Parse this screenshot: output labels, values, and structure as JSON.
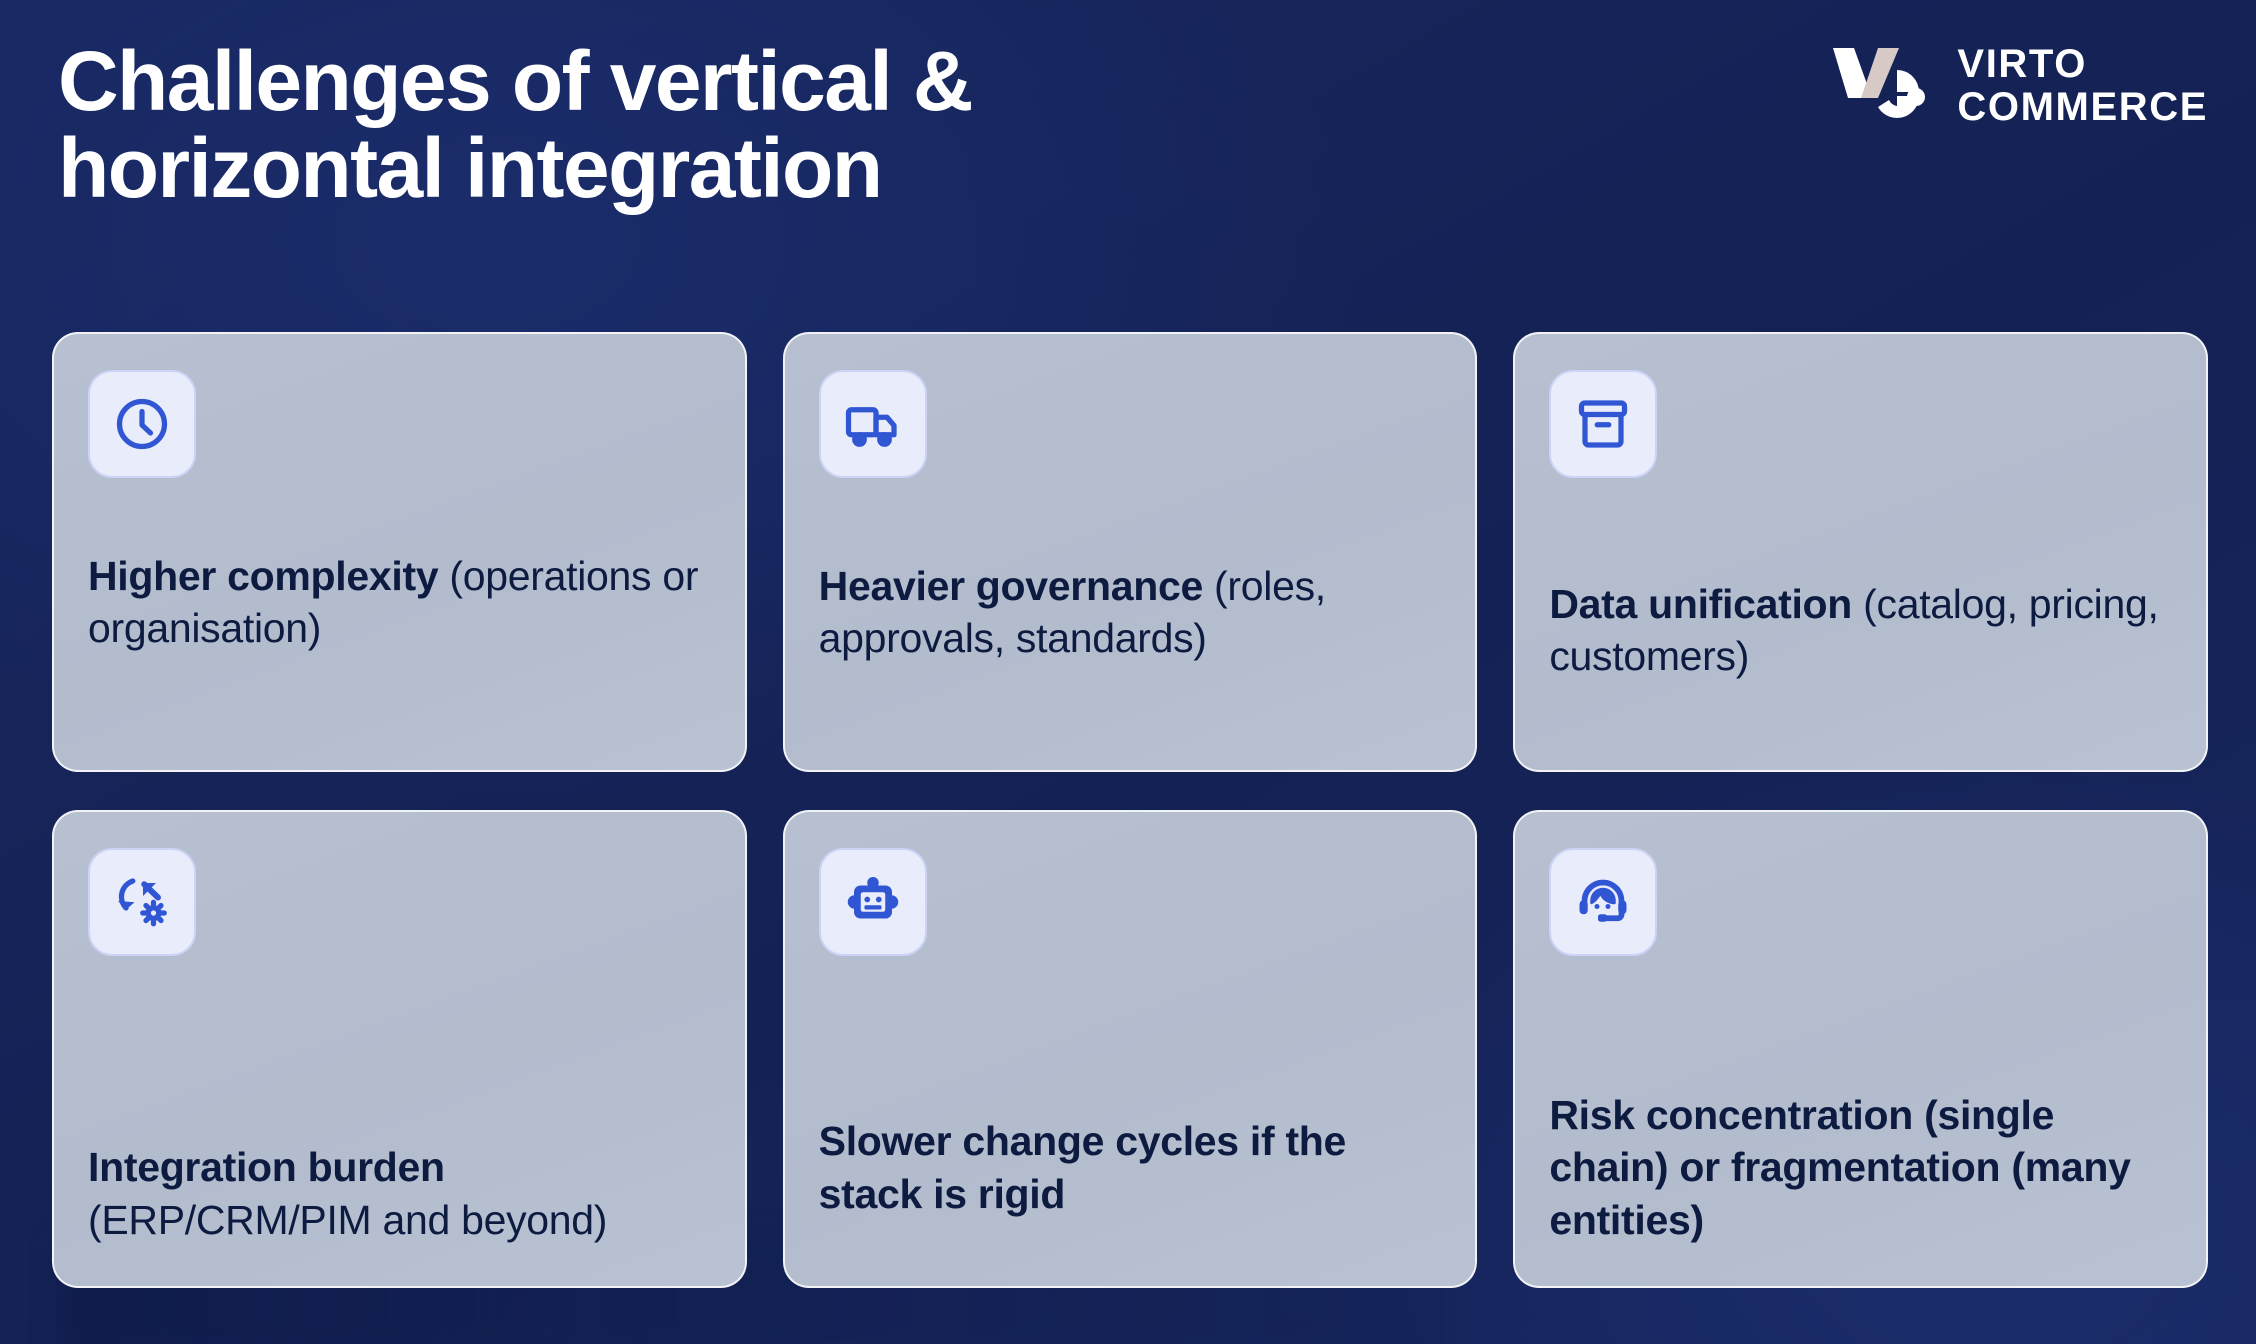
{
  "slide": {
    "title": "Challenges of vertical &\nhorizontal integration",
    "background_color": "#16265e",
    "title_color": "#ffffff"
  },
  "logo": {
    "name": "virto-commerce-logo",
    "text": "VIRTO\nCOMMERCE",
    "mark_white": "#ffffff",
    "mark_beige": "#d6c9c6"
  },
  "theme": {
    "card_bg": "#b4bdcf",
    "card_border": "#ffffff",
    "icon_tile_bg": "#e9ecfb",
    "icon_color": "#3056d3",
    "text_color": "#0d1b40"
  },
  "cards": [
    {
      "id": "higher-complexity",
      "icon": "clock-icon",
      "bold": "Higher complexity",
      "regular": " (operations or organisation)",
      "align": "top"
    },
    {
      "id": "heavier-governance",
      "icon": "truck-icon",
      "bold": "Heavier governance",
      "regular": " (roles, approvals, standards)",
      "align": "top2"
    },
    {
      "id": "data-unification",
      "icon": "archive-box-icon",
      "bold": "Data unification",
      "regular": " (catalog, pricing, customers)",
      "align": "mid"
    },
    {
      "id": "integration-burden",
      "icon": "sync-gear-icon",
      "bold": "Integration burden",
      "regular": " (ERP/CRM/PIM and beyond)",
      "align": "bottom"
    },
    {
      "id": "slower-change-cycles",
      "icon": "robot-icon",
      "bold": "Slower change cycles if the stack is rigid",
      "regular": "",
      "align": "bottom2"
    },
    {
      "id": "risk-concentration",
      "icon": "support-headset-icon",
      "bold": "Risk concentration (single chain) or fragmentation (many entities)",
      "regular": "",
      "align": "bottom"
    }
  ]
}
